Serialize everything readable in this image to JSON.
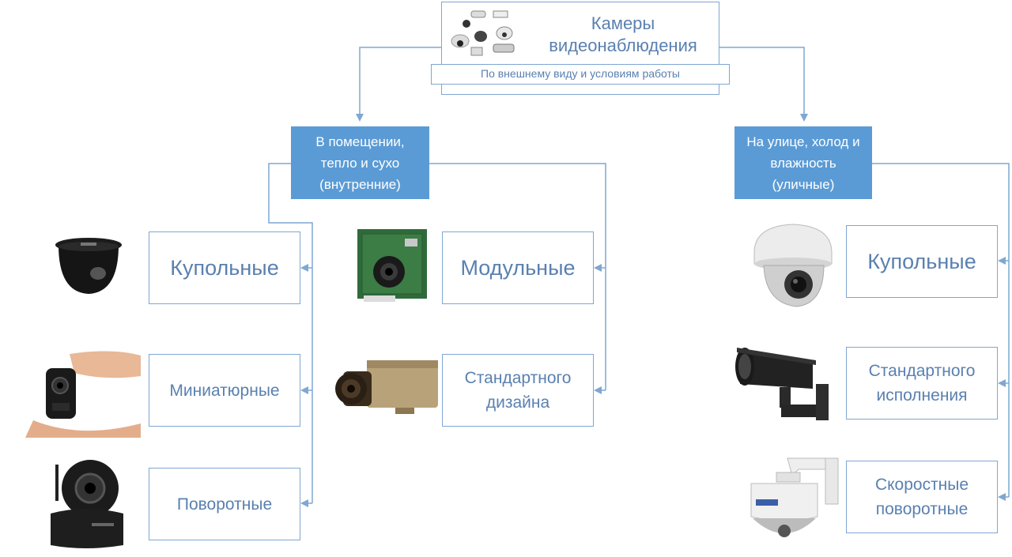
{
  "root": {
    "title": "Камеры видеонаблюдения",
    "subtitle": "По внешнему виду и условиям работы",
    "icon": "camera-collage-icon"
  },
  "categories": {
    "indoor": {
      "label": "В помещении, тепло и сухо (внутренние)"
    },
    "outdoor": {
      "label": "На улице, холод и влажность (уличные)"
    }
  },
  "indoor_types": {
    "dome": {
      "label": "Купольные",
      "icon": "indoor-dome-camera-icon"
    },
    "mini": {
      "label": "Миниатюрные",
      "icon": "miniature-camera-icon"
    },
    "ptz": {
      "label": "Поворотные",
      "icon": "indoor-ptz-camera-icon"
    },
    "modular": {
      "label": "Модульные",
      "icon": "board-camera-icon"
    },
    "standard": {
      "label": "Стандартного дизайна",
      "icon": "box-camera-icon"
    }
  },
  "outdoor_types": {
    "dome": {
      "label": "Купольные",
      "icon": "outdoor-dome-camera-icon"
    },
    "standard": {
      "label": "Стандартного исполнения",
      "icon": "bullet-camera-icon"
    },
    "speed": {
      "label": "Скоростные поворотные",
      "icon": "speed-dome-camera-icon"
    }
  },
  "colors": {
    "accent": "#5b9bd5",
    "line": "#7fa7d2",
    "text": "#5a80b0"
  }
}
